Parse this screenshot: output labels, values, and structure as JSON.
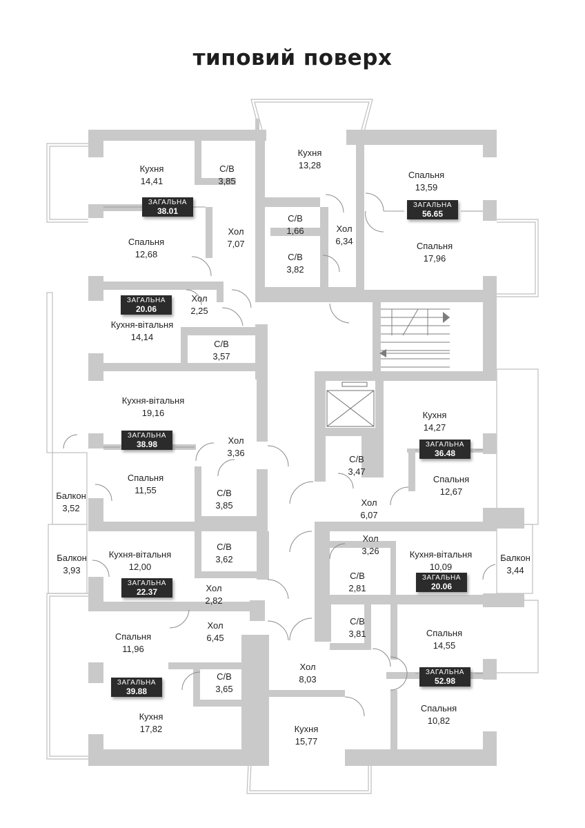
{
  "title": "типовий поверх",
  "apartments": [
    {
      "total_label": "ЗАГАЛЬНА",
      "total": "38.01"
    },
    {
      "total_label": "ЗАГАЛЬНА",
      "total": "56.65"
    },
    {
      "total_label": "ЗАГАЛЬНА",
      "total": "20.06"
    },
    {
      "total_label": "ЗАГАЛЬНА",
      "total": "38.98"
    },
    {
      "total_label": "ЗАГАЛЬНА",
      "total": "36.48"
    },
    {
      "total_label": "ЗАГАЛЬНА",
      "total": "22.37"
    },
    {
      "total_label": "ЗАГАЛЬНА",
      "total": "20.06"
    },
    {
      "total_label": "ЗАГАЛЬНА",
      "total": "39.88"
    },
    {
      "total_label": "ЗАГАЛЬНА",
      "total": "52.98"
    }
  ],
  "rooms": [
    {
      "name": "Кухня",
      "area": "14,41"
    },
    {
      "name": "С/В",
      "area": "3,85"
    },
    {
      "name": "Кухня",
      "area": "13,28"
    },
    {
      "name": "Спальня",
      "area": "13,59"
    },
    {
      "name": "Спальня",
      "area": "12,68"
    },
    {
      "name": "Хол",
      "area": "7,07"
    },
    {
      "name": "С/В",
      "area": "1,66"
    },
    {
      "name": "Хол",
      "area": "6,34"
    },
    {
      "name": "С/В",
      "area": "3,82"
    },
    {
      "name": "Спальня",
      "area": "17,96"
    },
    {
      "name": "Хол",
      "area": "2,25"
    },
    {
      "name": "Кухня-вітальня",
      "area": "14,14"
    },
    {
      "name": "С/В",
      "area": "3,57"
    },
    {
      "name": "Кухня-вітальня",
      "area": "19,16"
    },
    {
      "name": "Хол",
      "area": "3,36"
    },
    {
      "name": "Кухня",
      "area": "14,27"
    },
    {
      "name": "Спальня",
      "area": "11,55"
    },
    {
      "name": "Балкон",
      "area": "3,52"
    },
    {
      "name": "С/В",
      "area": "3,85"
    },
    {
      "name": "С/В",
      "area": "3,47"
    },
    {
      "name": "Хол",
      "area": "6,07"
    },
    {
      "name": "Спальня",
      "area": "12,67"
    },
    {
      "name": "Хол",
      "area": "3,26"
    },
    {
      "name": "Балкон",
      "area": "3,93"
    },
    {
      "name": "Кухня-вітальня",
      "area": "12,00"
    },
    {
      "name": "С/В",
      "area": "3,62"
    },
    {
      "name": "Хол",
      "area": "2,82"
    },
    {
      "name": "С/В",
      "area": "2,81"
    },
    {
      "name": "Кухня-вітальня",
      "area": "10,09"
    },
    {
      "name": "Балкон",
      "area": "3,44"
    },
    {
      "name": "Спальня",
      "area": "11,96"
    },
    {
      "name": "Хол",
      "area": "6,45"
    },
    {
      "name": "С/В",
      "area": "3,81"
    },
    {
      "name": "Спальня",
      "area": "14,55"
    },
    {
      "name": "Хол",
      "area": "8,03"
    },
    {
      "name": "С/В",
      "area": "3,65"
    },
    {
      "name": "Кухня",
      "area": "17,82"
    },
    {
      "name": "Кухня",
      "area": "15,77"
    },
    {
      "name": "Спальня",
      "area": "10,82"
    }
  ]
}
